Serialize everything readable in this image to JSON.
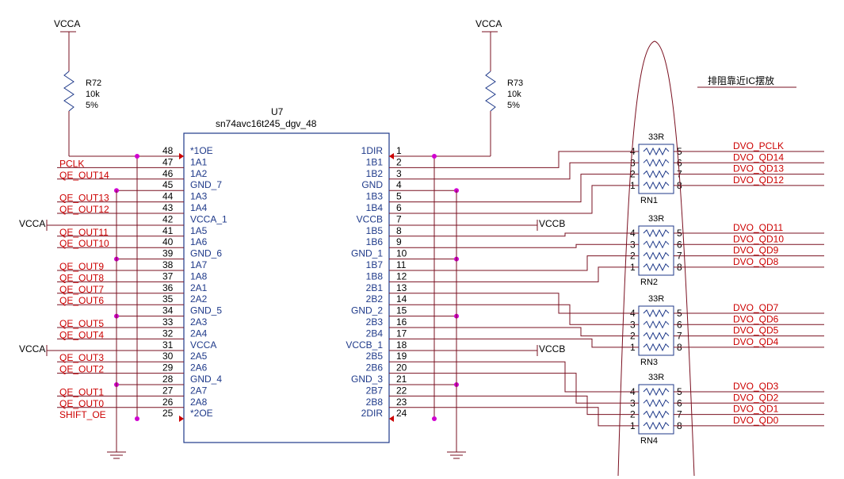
{
  "chip": {
    "ref": "U7",
    "part": "sn74avc16t245_dgv_48",
    "left_pins": [
      {
        "num": "48",
        "name": "*1OE",
        "net": ""
      },
      {
        "num": "47",
        "name": "1A1",
        "net": "PCLK"
      },
      {
        "num": "46",
        "name": "1A2",
        "net": "QE_OUT14"
      },
      {
        "num": "45",
        "name": "GND_7",
        "net": ""
      },
      {
        "num": "44",
        "name": "1A3",
        "net": "QE_OUT13"
      },
      {
        "num": "43",
        "name": "1A4",
        "net": "QE_OUT12"
      },
      {
        "num": "42",
        "name": "VCCA_1",
        "net": ""
      },
      {
        "num": "41",
        "name": "1A5",
        "net": "QE_OUT11"
      },
      {
        "num": "40",
        "name": "1A6",
        "net": "QE_OUT10"
      },
      {
        "num": "39",
        "name": "GND_6",
        "net": ""
      },
      {
        "num": "38",
        "name": "1A7",
        "net": "QE_OUT9"
      },
      {
        "num": "37",
        "name": "1A8",
        "net": "QE_OUT8"
      },
      {
        "num": "36",
        "name": "2A1",
        "net": "QE_OUT7"
      },
      {
        "num": "35",
        "name": "2A2",
        "net": "QE_OUT6"
      },
      {
        "num": "34",
        "name": "GND_5",
        "net": ""
      },
      {
        "num": "33",
        "name": "2A3",
        "net": "QE_OUT5"
      },
      {
        "num": "32",
        "name": "2A4",
        "net": "QE_OUT4"
      },
      {
        "num": "31",
        "name": "VCCA",
        "net": ""
      },
      {
        "num": "30",
        "name": "2A5",
        "net": "QE_OUT3"
      },
      {
        "num": "29",
        "name": "2A6",
        "net": "QE_OUT2"
      },
      {
        "num": "28",
        "name": "GND_4",
        "net": ""
      },
      {
        "num": "27",
        "name": "2A7",
        "net": "QE_OUT1"
      },
      {
        "num": "26",
        "name": "2A8",
        "net": "QE_OUT0"
      },
      {
        "num": "25",
        "name": "*2OE",
        "net": "SHIFT_OE"
      }
    ],
    "right_pins": [
      {
        "num": "1",
        "name": "1DIR"
      },
      {
        "num": "2",
        "name": "1B1"
      },
      {
        "num": "3",
        "name": "1B2"
      },
      {
        "num": "4",
        "name": "GND"
      },
      {
        "num": "5",
        "name": "1B3"
      },
      {
        "num": "6",
        "name": "1B4"
      },
      {
        "num": "7",
        "name": "VCCB"
      },
      {
        "num": "8",
        "name": "1B5"
      },
      {
        "num": "9",
        "name": "1B6"
      },
      {
        "num": "10",
        "name": "GND_1"
      },
      {
        "num": "11",
        "name": "1B7"
      },
      {
        "num": "12",
        "name": "1B8"
      },
      {
        "num": "13",
        "name": "2B1"
      },
      {
        "num": "14",
        "name": "2B2"
      },
      {
        "num": "15",
        "name": "GND_2"
      },
      {
        "num": "16",
        "name": "2B3"
      },
      {
        "num": "17",
        "name": "2B4"
      },
      {
        "num": "18",
        "name": "VCCB_1"
      },
      {
        "num": "19",
        "name": "2B5"
      },
      {
        "num": "20",
        "name": "2B6"
      },
      {
        "num": "21",
        "name": "GND_3"
      },
      {
        "num": "22",
        "name": "2B7"
      },
      {
        "num": "23",
        "name": "2B8"
      },
      {
        "num": "24",
        "name": "2DIR"
      }
    ]
  },
  "power_labels": {
    "vcca_top_left": "VCCA",
    "vcca_top_right": "VCCA",
    "vcca_side_1": "VCCA",
    "vcca_side_2": "VCCA",
    "vccb_1": "VCCB",
    "vccb_2": "VCCB"
  },
  "pullups": [
    {
      "ref": "R72",
      "value": "10k",
      "tol": "5%"
    },
    {
      "ref": "R73",
      "value": "10k",
      "tol": "5%"
    }
  ],
  "networks": [
    {
      "ref": "RN1",
      "value": "33R",
      "left": [
        "4",
        "3",
        "2",
        "1"
      ],
      "right": [
        "5",
        "6",
        "7",
        "8"
      ],
      "nets": [
        "DVO_PCLK",
        "DVO_QD14",
        "DVO_QD13",
        "DVO_QD12"
      ]
    },
    {
      "ref": "RN2",
      "value": "33R",
      "left": [
        "4",
        "3",
        "2",
        "1"
      ],
      "right": [
        "5",
        "6",
        "7",
        "8"
      ],
      "nets": [
        "DVO_QD11",
        "DVO_QD10",
        "DVO_QD9",
        "DVO_QD8"
      ]
    },
    {
      "ref": "RN3",
      "value": "33R",
      "left": [
        "4",
        "3",
        "2",
        "1"
      ],
      "right": [
        "5",
        "6",
        "7",
        "8"
      ],
      "nets": [
        "DVO_QD7",
        "DVO_QD6",
        "DVO_QD5",
        "DVO_QD4"
      ]
    },
    {
      "ref": "RN4",
      "value": "33R",
      "left": [
        "4",
        "3",
        "2",
        "1"
      ],
      "right": [
        "5",
        "6",
        "7",
        "8"
      ],
      "nets": [
        "DVO_QD3",
        "DVO_QD2",
        "DVO_QD1",
        "DVO_QD0"
      ]
    }
  ],
  "note": "排阻靠近IC摆放",
  "colors": {
    "wire": "#7a1020",
    "body": "#1f3a8a",
    "net_label": "#cc0000",
    "junction": "#d000d0"
  }
}
